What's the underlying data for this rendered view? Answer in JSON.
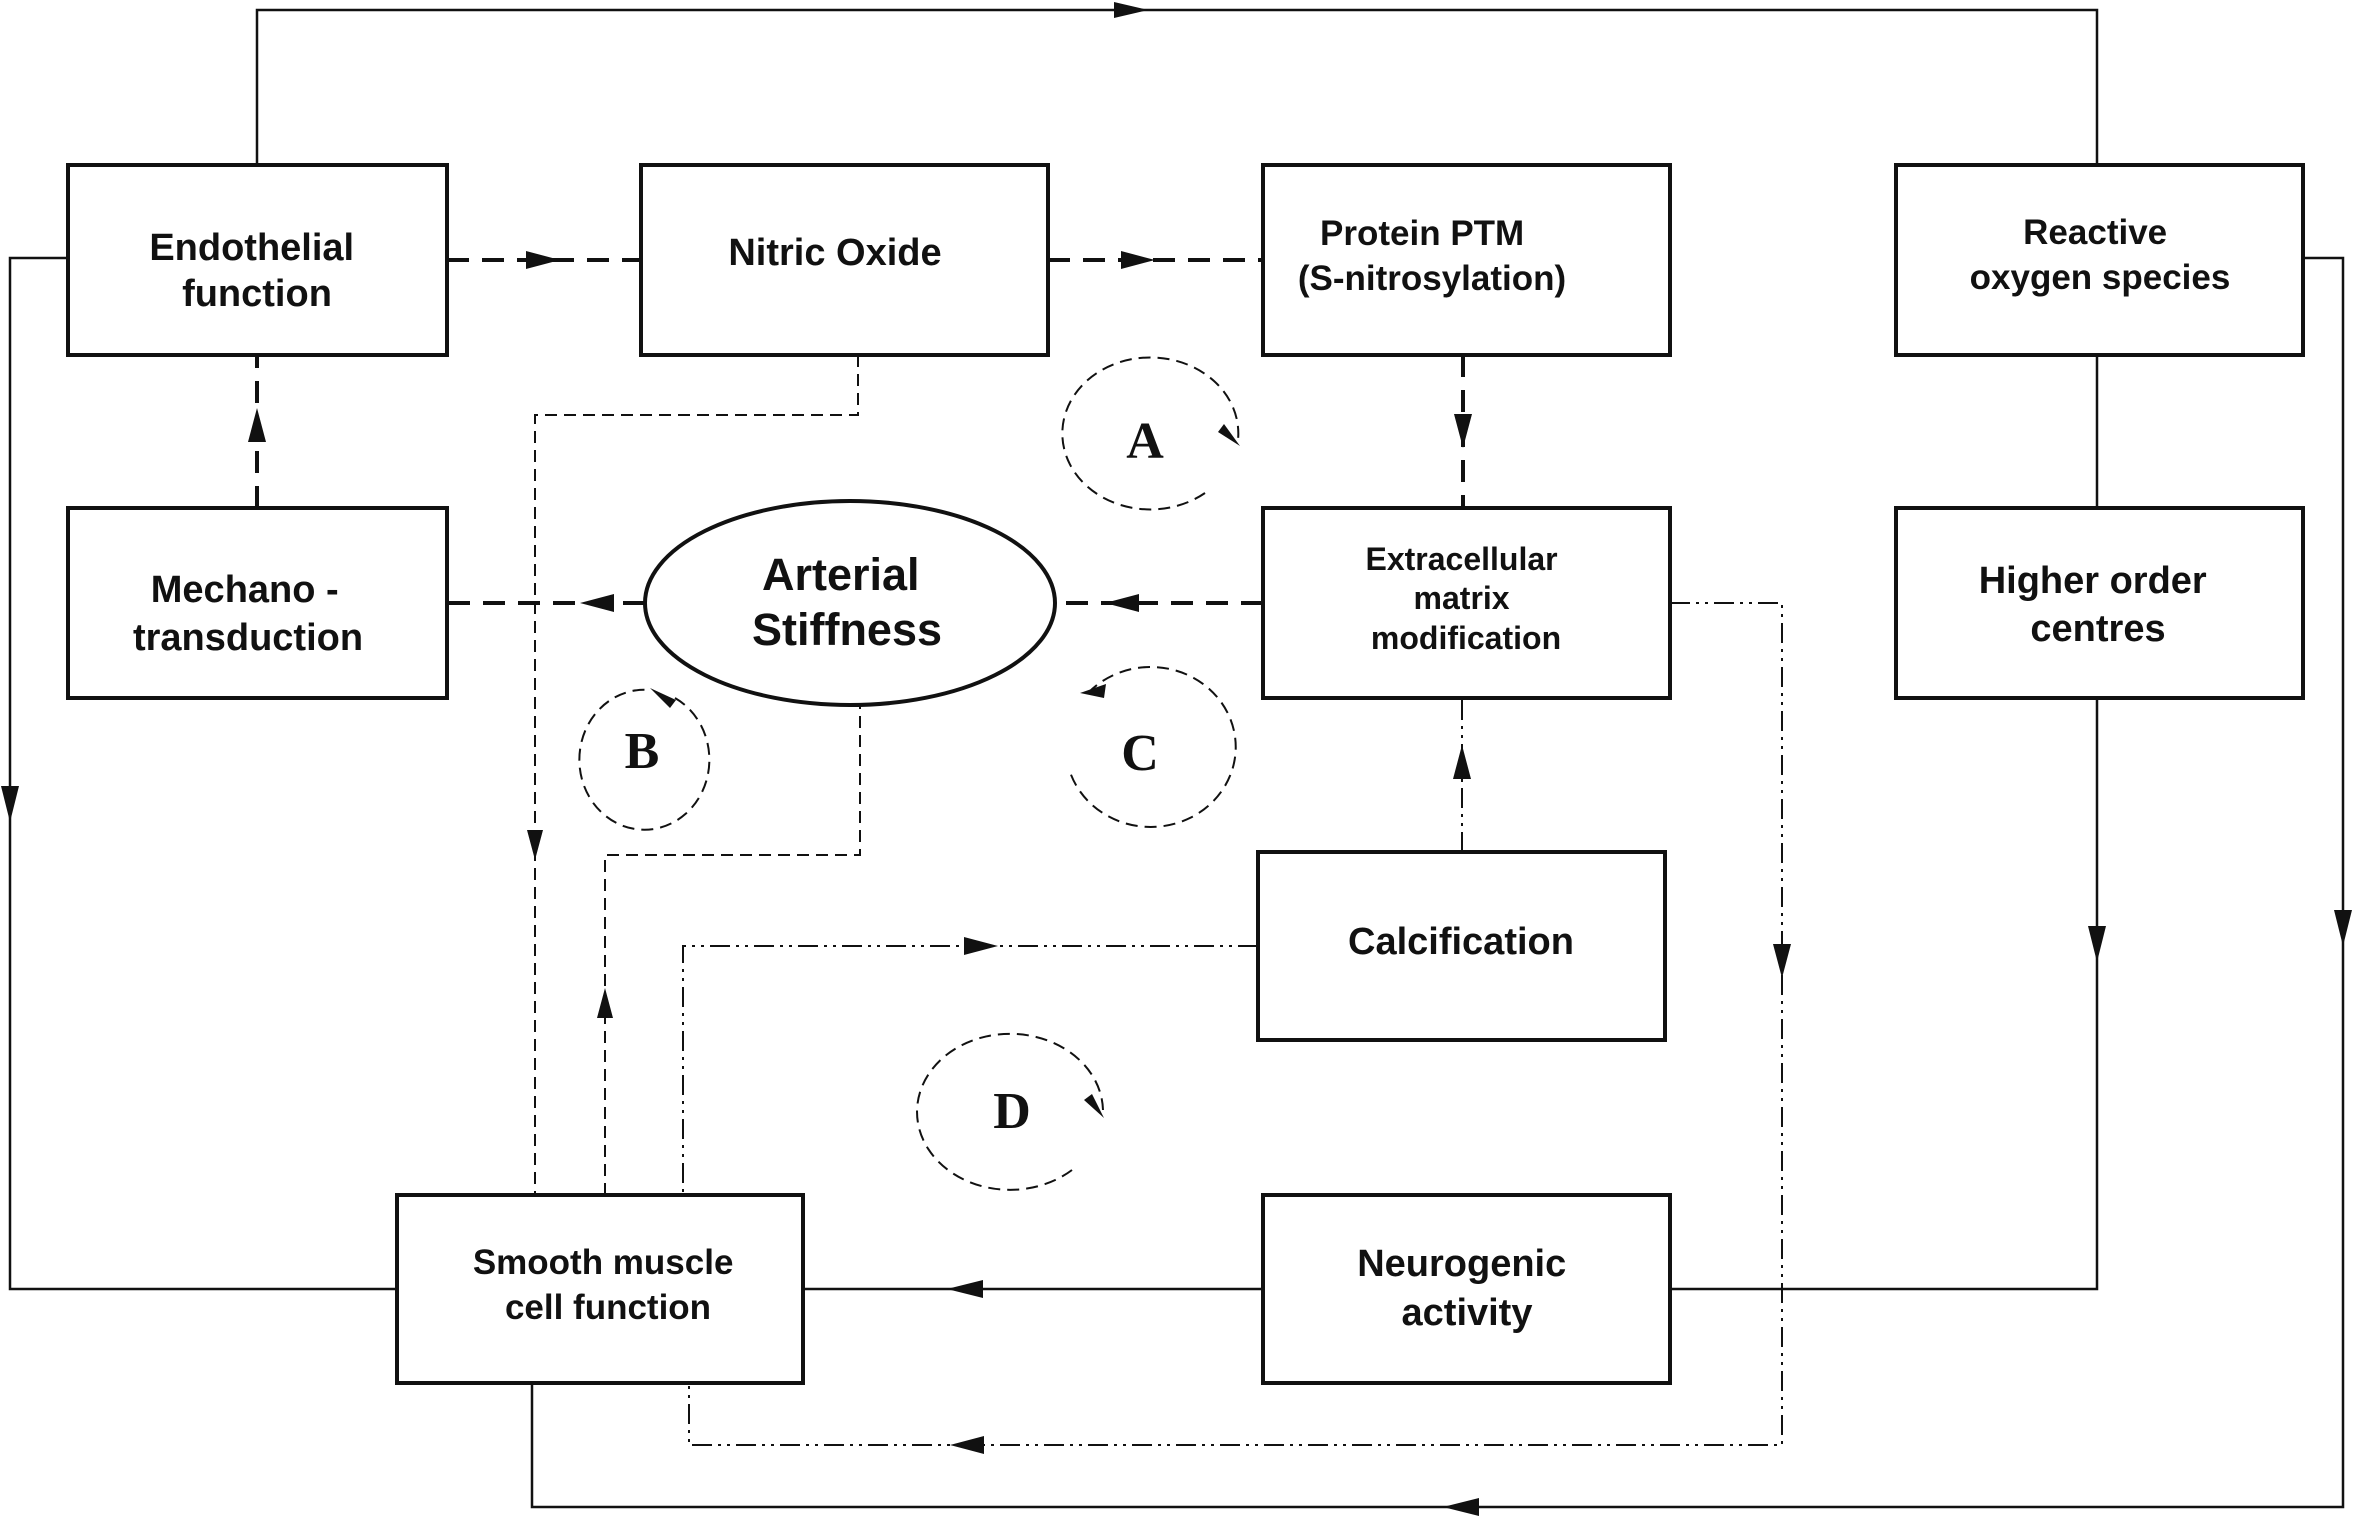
{
  "nodes": {
    "endothelial": [
      "Endothelial",
      "function"
    ],
    "nitric_oxide": [
      "Nitric Oxide"
    ],
    "protein_ptm": [
      "Protein PTM",
      "(S-nitrosylation)"
    ],
    "ros": [
      "Reactive",
      "oxygen species"
    ],
    "mechano": [
      "Mechano -",
      "transduction"
    ],
    "arterial": [
      "Arterial",
      "Stiffness"
    ],
    "ecm": [
      "Extracellular",
      "matrix",
      "modification"
    ],
    "higher": [
      "Higher order",
      "centres"
    ],
    "calcification": [
      "Calcification"
    ],
    "smooth": [
      "Smooth muscle",
      "cell function"
    ],
    "neurogenic": [
      "Neurogenic",
      "activity"
    ]
  },
  "cycles": {
    "a": "A",
    "b": "B",
    "c": "C",
    "d": "D"
  }
}
